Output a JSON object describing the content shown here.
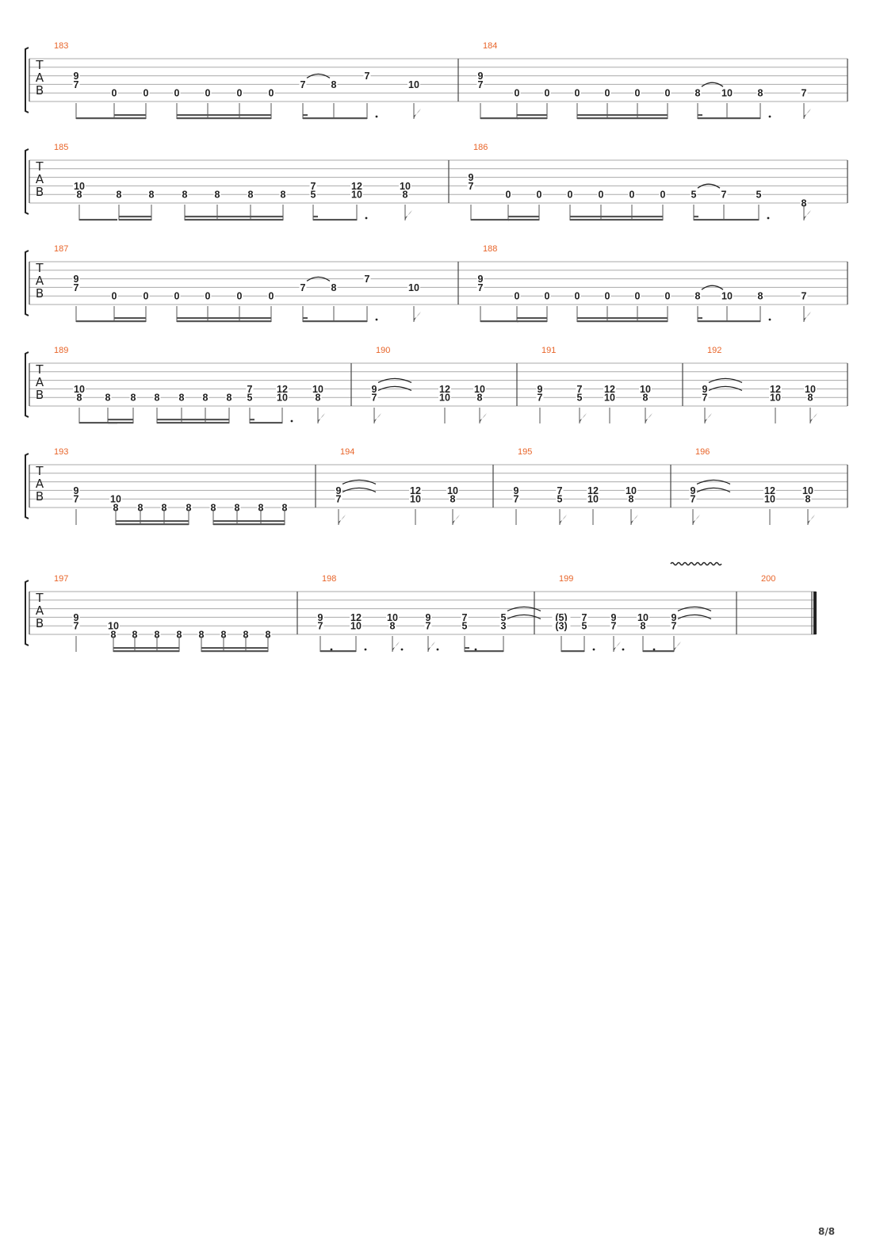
{
  "page": {
    "number": "8/8"
  },
  "clef_letters": [
    "T",
    "A",
    "B"
  ],
  "measures": [
    {
      "n": "183",
      "notes": [
        [
          "9",
          "7"
        ],
        [
          "0"
        ],
        [
          "0"
        ],
        [
          "0"
        ],
        [
          "0"
        ],
        [
          "0"
        ],
        [
          "0"
        ],
        [
          "7"
        ],
        [
          "8"
        ],
        [
          "7"
        ],
        [
          "10"
        ]
      ]
    },
    {
      "n": "184",
      "notes": [
        [
          "9",
          "7"
        ],
        [
          "0"
        ],
        [
          "0"
        ],
        [
          "0"
        ],
        [
          "0"
        ],
        [
          "0"
        ],
        [
          "0"
        ],
        [
          "8"
        ],
        [
          "10"
        ],
        [
          "8"
        ],
        [
          "7"
        ]
      ]
    },
    {
      "n": "185",
      "notes": [
        [
          "10",
          "8"
        ],
        [
          "8"
        ],
        [
          "8"
        ],
        [
          "8"
        ],
        [
          "8"
        ],
        [
          "8"
        ],
        [
          "8"
        ],
        [
          "7",
          "5"
        ],
        [
          "12",
          "10"
        ],
        [
          "10",
          "8"
        ]
      ]
    },
    {
      "n": "186",
      "notes": [
        [
          "9",
          "7"
        ],
        [
          "0"
        ],
        [
          "0"
        ],
        [
          "0"
        ],
        [
          "0"
        ],
        [
          "0"
        ],
        [
          "0"
        ],
        [
          "5"
        ],
        [
          "7"
        ],
        [
          "5"
        ],
        [
          "8"
        ]
      ]
    },
    {
      "n": "187",
      "notes": [
        [
          "9",
          "7"
        ],
        [
          "0"
        ],
        [
          "0"
        ],
        [
          "0"
        ],
        [
          "0"
        ],
        [
          "0"
        ],
        [
          "0"
        ],
        [
          "7"
        ],
        [
          "8"
        ],
        [
          "7"
        ],
        [
          "10"
        ]
      ]
    },
    {
      "n": "188",
      "notes": [
        [
          "9",
          "7"
        ],
        [
          "0"
        ],
        [
          "0"
        ],
        [
          "0"
        ],
        [
          "0"
        ],
        [
          "0"
        ],
        [
          "0"
        ],
        [
          "8"
        ],
        [
          "10"
        ],
        [
          "8"
        ],
        [
          "7"
        ]
      ]
    },
    {
      "n": "189",
      "notes": [
        [
          "10",
          "8"
        ],
        [
          "8"
        ],
        [
          "8"
        ],
        [
          "8"
        ],
        [
          "8"
        ],
        [
          "8"
        ],
        [
          "8"
        ],
        [
          "7",
          "5"
        ],
        [
          "12",
          "10"
        ],
        [
          "10",
          "8"
        ]
      ]
    },
    {
      "n": "190",
      "notes": [
        [
          "9",
          "7"
        ],
        [
          "12",
          "10"
        ],
        [
          "10",
          "8"
        ]
      ]
    },
    {
      "n": "191",
      "notes": [
        [
          "9",
          "7"
        ],
        [
          "7",
          "5"
        ],
        [
          "12",
          "10"
        ],
        [
          "10",
          "8"
        ]
      ]
    },
    {
      "n": "192",
      "notes": [
        [
          "9",
          "7"
        ],
        [
          "12",
          "10"
        ],
        [
          "10",
          "8"
        ]
      ]
    },
    {
      "n": "193",
      "notes": [
        [
          "9",
          "7"
        ],
        [
          "10",
          "8"
        ],
        [
          "8"
        ],
        [
          "8"
        ],
        [
          "8"
        ],
        [
          "8"
        ],
        [
          "8"
        ],
        [
          "8"
        ],
        [
          "8"
        ]
      ]
    },
    {
      "n": "194",
      "notes": [
        [
          "9",
          "7"
        ],
        [
          "12",
          "10"
        ],
        [
          "10",
          "8"
        ]
      ]
    },
    {
      "n": "195",
      "notes": [
        [
          "9",
          "7"
        ],
        [
          "7",
          "5"
        ],
        [
          "12",
          "10"
        ],
        [
          "10",
          "8"
        ]
      ]
    },
    {
      "n": "196",
      "notes": [
        [
          "9",
          "7"
        ],
        [
          "12",
          "10"
        ],
        [
          "10",
          "8"
        ]
      ]
    },
    {
      "n": "197",
      "notes": [
        [
          "9",
          "7"
        ],
        [
          "10",
          "8"
        ],
        [
          "8"
        ],
        [
          "8"
        ],
        [
          "8"
        ],
        [
          "8"
        ],
        [
          "8"
        ],
        [
          "8"
        ],
        [
          "8"
        ]
      ]
    },
    {
      "n": "198",
      "notes": [
        [
          "9",
          "7"
        ],
        [
          "12",
          "10"
        ],
        [
          "10",
          "8"
        ],
        [
          "9",
          "7"
        ],
        [
          "7",
          "5"
        ],
        [
          "5",
          "3"
        ]
      ]
    },
    {
      "n": "199",
      "notes": [
        [
          "(5)",
          "(3)"
        ],
        [
          "7",
          "5"
        ],
        [
          "9",
          "7"
        ],
        [
          "10",
          "8"
        ],
        [
          "9",
          "7"
        ]
      ]
    },
    {
      "n": "200",
      "notes": []
    }
  ]
}
